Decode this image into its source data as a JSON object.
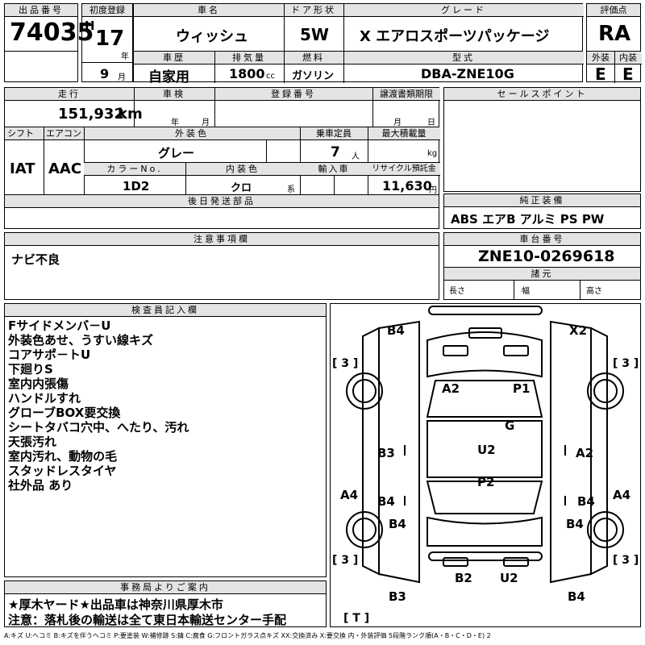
{
  "row1": {
    "lot_label": "出品番号",
    "lot_value": "74035",
    "first_reg_label": "初度登録",
    "era": "H",
    "year": "17",
    "year_unit": "年",
    "month": "9",
    "month_unit": "月",
    "car_name_label": "車名",
    "car_name": "ウィッシュ",
    "door_label": "ドア形状",
    "door": "5W",
    "grade_label": "グレード",
    "grade": "X エアロスポーツパッケージ",
    "score_label": "評価点",
    "score": "RA",
    "history_label": "車歴",
    "history": "自家用",
    "cc_label": "排気量",
    "cc": "1800",
    "cc_unit": "cc",
    "fuel_label": "燃料",
    "fuel": "ガソリン",
    "model_label": "型式",
    "model": "DBA-ZNE10G",
    "ext_label": "外装",
    "ext": "E",
    "int_label": "内装",
    "int": "E"
  },
  "row2": {
    "mileage_label": "走行",
    "mileage": "151,932",
    "mileage_unit": "km",
    "inspection_label": "車検",
    "insp_year_unit": "年",
    "insp_month_unit": "月",
    "reg_no_label": "登録番号",
    "transfer_label": "譲渡書類期限",
    "transfer_month_unit": "月",
    "transfer_day_unit": "日",
    "selling_points_label": "セールスポイント",
    "shift_label": "シフト",
    "shift": "IAT",
    "ac_label": "エアコン",
    "ac": "AAC",
    "color_label": "外装色",
    "color": "グレー",
    "capacity_label": "乗車定員",
    "capacity": "7",
    "capacity_unit": "人",
    "load_label": "最大積載量",
    "load_unit": "kg",
    "color_no_label": "カラーNo.",
    "color_no": "1D2",
    "int_color_label": "内装色",
    "int_color": "クロ",
    "int_color_unit": "系",
    "import_label": "輸入車",
    "recycle_label": "リサイクル預託金",
    "recycle": "11,630",
    "recycle_unit": "円",
    "later_parts_label": "後日発送部品",
    "equipment_label": "純正装備",
    "equipment": "ABS エアB アルミ PS PW"
  },
  "row3": {
    "notes_label": "注意事項欄",
    "notes": "ナビ不良",
    "chassis_label": "車台番号",
    "chassis": "ZNE10-0269618",
    "dims_label": "諸元",
    "length_label": "長さ",
    "width_label": "幅",
    "height_label": "高さ"
  },
  "inspector": {
    "label": "検査員記入欄",
    "lines": [
      "Fサイドメンバ－U",
      "外装色あせ、うすい線キズ",
      "コアサポ－トU",
      "下廻りS",
      "室内内張傷",
      "ハンドルすれ",
      "グローブBOX要交換",
      "シートタバコ穴中、へたり、汚れ",
      "天張汚れ",
      "室内汚れ、動物の毛",
      "スタッドレスタイヤ",
      "社外品 あり"
    ]
  },
  "office": {
    "label": "事務局よりご案内",
    "line1": "★厚木ヤード★出品車は神奈川県厚木市",
    "line2": "注意：落札後の輸送は全て東日本輸送センター手配"
  },
  "diagram": {
    "marks": [
      "B4",
      "X2",
      "A2",
      "P1",
      "G",
      "B3",
      "U2",
      "A2",
      "A4",
      "B4",
      "P2",
      "B4",
      "A4",
      "B4",
      "B4",
      "B2",
      "U2",
      "B3",
      "B4"
    ],
    "tire_marks": [
      "[ 3 ]",
      "[ 3 ]",
      "[ 3 ]",
      "[ 3 ]",
      "[ T ]"
    ]
  },
  "legend": "A:キズ U:ヘコミ B:キズを伴うヘコミ P:要塗装 W:補修跡 S:錆 C:腐食 G:フロントガラス点キズ XX:交換済み X:要交換 内・外装評価 5段階ランク順(A・B・C・D・E) 2"
}
